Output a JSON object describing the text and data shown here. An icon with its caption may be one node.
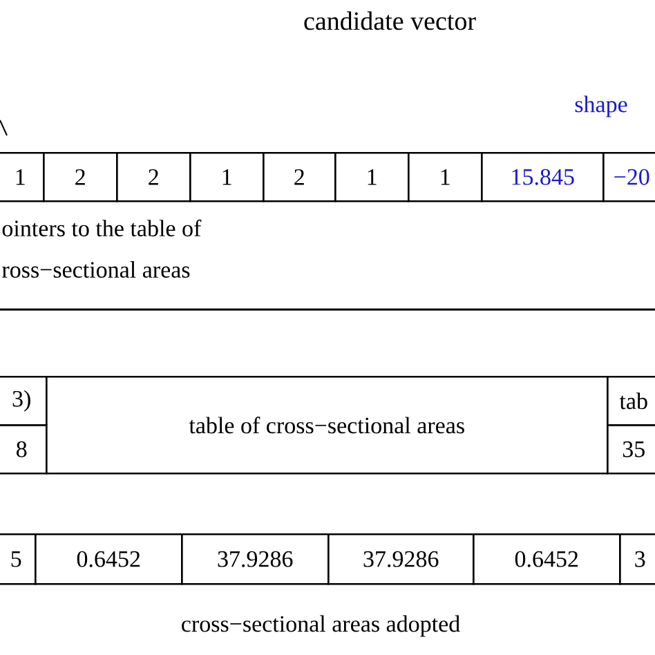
{
  "diagram": {
    "title": "candidate vector",
    "labels": [
      "shape",
      "1",
      "2",
      "2",
      "1",
      "2",
      "1",
      "1",
      "15.845",
      "−20",
      "ointers to the table of",
      "ross−sectional areas",
      "3)",
      "table of cross−sectional areas",
      "tab",
      "8",
      "35",
      "5",
      "0.6452",
      "37.9286",
      "37.9286",
      "0.6452",
      "3",
      "cross−sectional areas adopted"
    ]
  }
}
